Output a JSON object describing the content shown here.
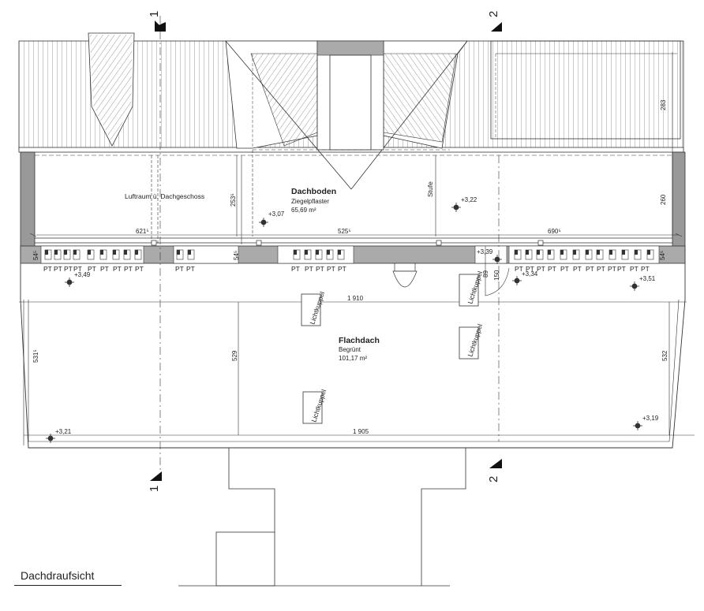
{
  "title": "Dachdraufsicht",
  "rooms": {
    "dachboden": {
      "name": "Dachboden",
      "finish": "Ziegelpflaster",
      "area": "65,69 m²"
    },
    "flachdach": {
      "name": "Flachdach",
      "finish": "Begrünt",
      "area": "101,17 m²"
    },
    "luftraum": {
      "text": "Luftraum ü. Dachgeschoss"
    },
    "stufe": {
      "text": "Stufe"
    }
  },
  "section_markers": {
    "one": "1",
    "two": "2"
  },
  "elevations": {
    "e1": "+3,07",
    "e2": "+3,22",
    "e3": "+3,39",
    "e4": "+3,49",
    "e5": "+3,34",
    "e6": "+3,51",
    "e7": "+3,21",
    "e8": "+3,19"
  },
  "dimensions": {
    "d283": "283",
    "d2535": "253⁵",
    "d260": "260",
    "d6215": "621⁵",
    "d5255": "525⁵",
    "d6905": "690⁵",
    "d545a": "54⁵",
    "d545b": "54⁵",
    "d545c": "54⁵",
    "d1910": "1 910",
    "d1905": "1 905",
    "d5315": "531⁵",
    "d529": "529",
    "d532": "532",
    "d89": "89",
    "d150": "150"
  },
  "skylight_label": "Lichtkuppel",
  "pt_label": "PT"
}
